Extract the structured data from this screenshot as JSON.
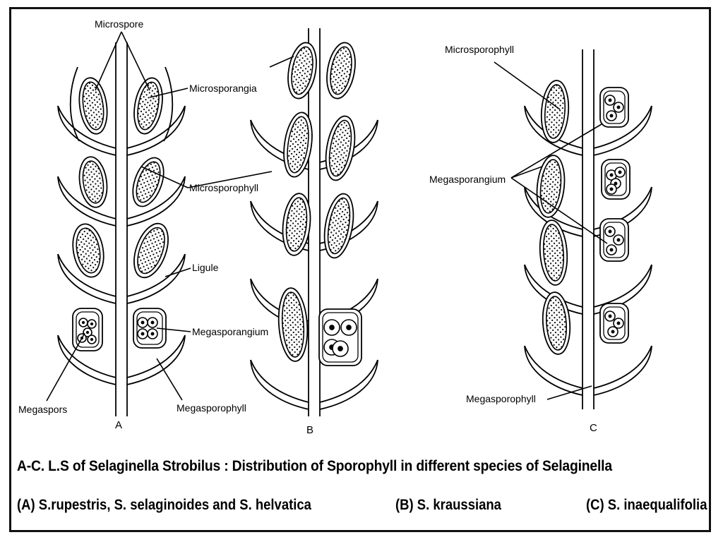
{
  "labels": {
    "microspore": "Microspore",
    "microsporangia": "Microsporangia",
    "microsporophyll_a": "Microsporophyll",
    "ligule": "Ligule",
    "megasporangium_a": "Megasporangium",
    "megaspors": "Megaspors",
    "megasporophyll_a": "Megasporophyll",
    "microsporophyll_c": "Microsporophyll",
    "megasporangium_c": "Megasporangium",
    "megasporophyll_c": "Megasporophyll"
  },
  "panels": {
    "a": "A",
    "b": "B",
    "c": "C"
  },
  "caption": {
    "title": "A-C. L.S of Selaginella Strobilus : Distribution of Sporophyll in different species of Selaginella",
    "species_a": "(A) S.rupestris, S. selaginoides and S. helvatica",
    "species_b": "(B) S. kraussiana",
    "species_c": "(C) S. inaequalifolia"
  }
}
